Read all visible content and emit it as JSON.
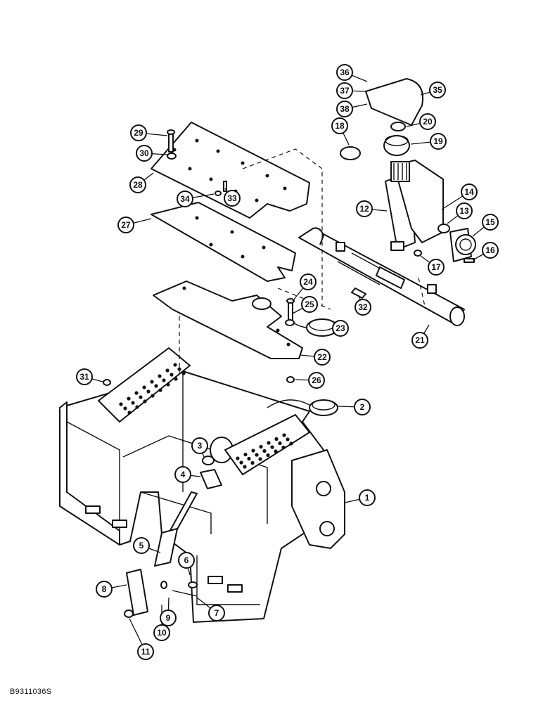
{
  "callouts": [
    "1",
    "2",
    "3",
    "4",
    "5",
    "6",
    "7",
    "8",
    "9",
    "10",
    "11",
    "12",
    "13",
    "14",
    "15",
    "16",
    "17",
    "18",
    "19",
    "20",
    "21",
    "22",
    "23",
    "24",
    "25",
    "26",
    "27",
    "28",
    "29",
    "30",
    "31",
    "32",
    "33",
    "34",
    "35",
    "36",
    "37",
    "38"
  ],
  "drawing_code": "B9311036S"
}
